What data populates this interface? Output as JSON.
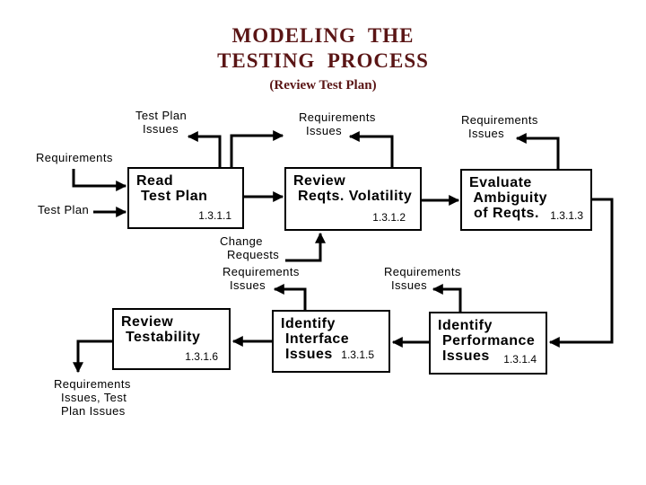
{
  "slide": {
    "title_line1": "MODELING  THE",
    "title_line2": "TESTING  PROCESS",
    "subtitle": "(Review Test Plan)",
    "title_color": "#5a1515",
    "diagram_color": "#000000",
    "background_color": "#ffffff"
  },
  "boxes": {
    "read_test_plan": {
      "label": "Read\n Test Plan",
      "number": "1.3.1.1"
    },
    "review_reqts_volatility": {
      "label": "Review\n Reqts. Volatility",
      "number": "1.3.1.2"
    },
    "evaluate_ambiguity": {
      "label": "Evaluate\n Ambiguity\n of Reqts.",
      "number": "1.3.1.3"
    },
    "identify_performance": {
      "label": "Identify\n Performance\n Issues",
      "number": "1.3.1.4"
    },
    "identify_interface": {
      "label": "Identify\n Interface\n Issues",
      "number": "1.3.1.5"
    },
    "review_testability": {
      "label": "Review\n Testability",
      "number": "1.3.1.6"
    }
  },
  "labels": {
    "test_plan_issues_top": "Test Plan\n  Issues",
    "requirements_issues_top_mid": "Requirements\n  Issues",
    "requirements_issues_top_right": "Requirements\n  Issues",
    "requirements_input": "Requirements",
    "test_plan_input": "Test Plan",
    "change_requests": "Change\n  Requests",
    "requirements_issues_mid_left": "Requirements\n  Issues",
    "requirements_issues_mid_right": "Requirements\n  Issues",
    "output_issues": "Requirements\n  Issues, Test\n  Plan Issues"
  },
  "flows": [
    {
      "from": "Read Test Plan",
      "to": "Test Plan Issues"
    },
    {
      "from": "Read Test Plan",
      "to": "Requirements Issues"
    },
    {
      "from": "Review Reqts. Volatility",
      "to": "Requirements Issues"
    },
    {
      "from": "Evaluate Ambiguity of Reqts.",
      "to": "Requirements Issues"
    },
    {
      "from": "Requirements",
      "to": "Read Test Plan"
    },
    {
      "from": "Test Plan",
      "to": "Read Test Plan"
    },
    {
      "from": "Read Test Plan",
      "to": "Review Reqts. Volatility"
    },
    {
      "from": "Review Reqts. Volatility",
      "to": "Evaluate Ambiguity of Reqts."
    },
    {
      "from": "Change Requests",
      "to": "Review Reqts. Volatility"
    },
    {
      "from": "Evaluate Ambiguity of Reqts.",
      "to": "Identify Performance Issues"
    },
    {
      "from": "Identify Performance Issues",
      "to": "Requirements Issues"
    },
    {
      "from": "Identify Interface Issues",
      "to": "Requirements Issues"
    },
    {
      "from": "Identify Performance Issues",
      "to": "Identify Interface Issues"
    },
    {
      "from": "Identify Interface Issues",
      "to": "Review Testability"
    },
    {
      "from": "Review Testability",
      "to": "Requirements Issues, Test Plan Issues"
    }
  ]
}
